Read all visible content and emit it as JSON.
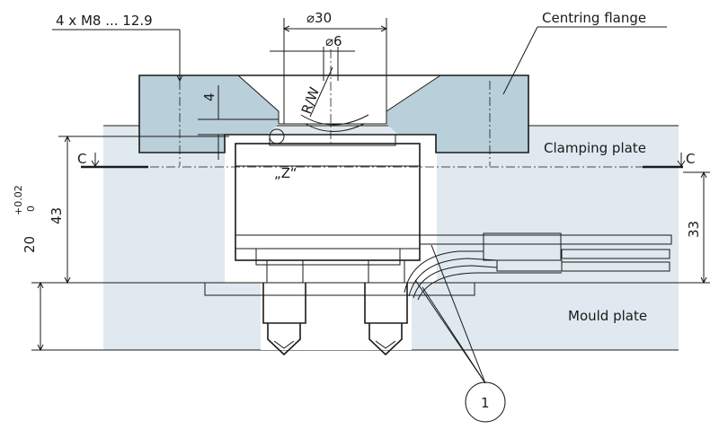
{
  "labels": {
    "screws": "4 x M8 ... 12.9",
    "dia_outer": "⌀30",
    "dia_inner": "⌀6",
    "radius": "R/W",
    "centring_flange": "Centring flange",
    "clamping_plate": "Clamping plate",
    "mould_plate": "Mould plate",
    "section_left": "C",
    "section_right": "C",
    "detail": "„Z“",
    "dim_4": "4",
    "dim_43": "43",
    "dim_33": "33",
    "dim_20": "20",
    "tol_upper": "+0.02",
    "tol_lower": "0",
    "item_1": "1"
  },
  "colors": {
    "plate_blue": "#dfe9ef",
    "flange_blue": "#b9cfd9",
    "line": "#1a1a1a"
  }
}
